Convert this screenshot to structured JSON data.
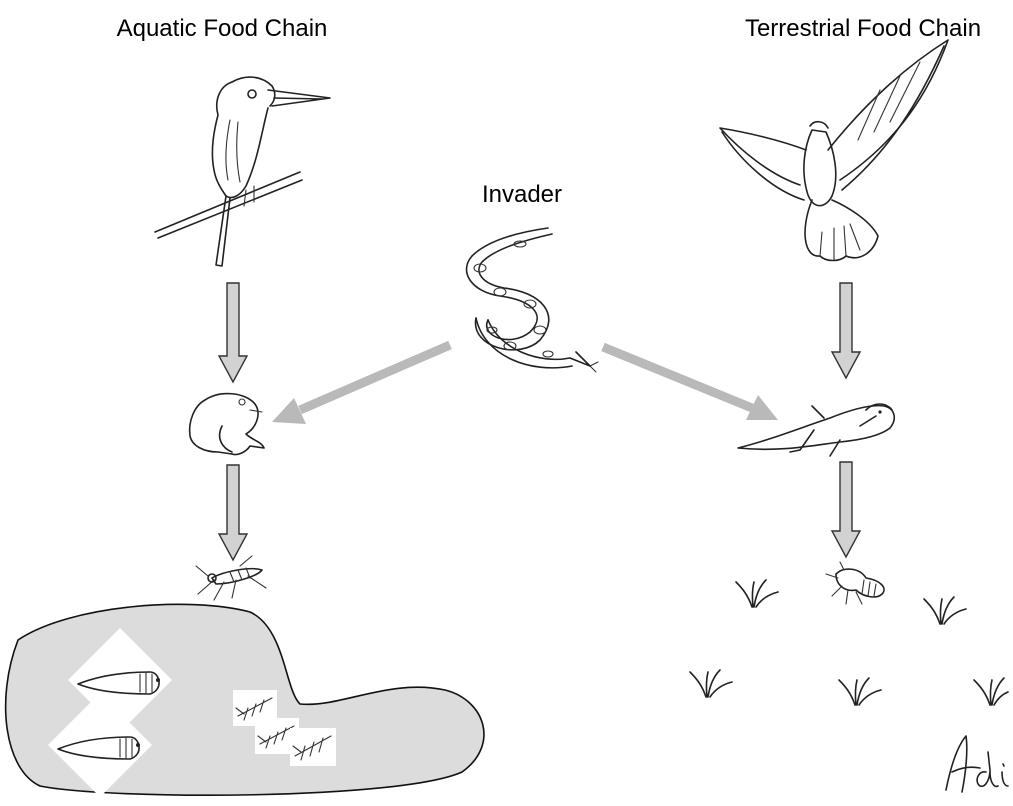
{
  "titles": {
    "aquatic": "Aquatic Food Chain",
    "terrestrial": "Terrestrial Food Chain",
    "invader": "Invader"
  },
  "signature": "Adi",
  "icons": {
    "kingfisher": "kingfisher-icon",
    "frog": "frog-icon",
    "mosquito": "mosquito-icon",
    "tadpole": "tadpole-icon",
    "larva": "mosquito-larva-icon",
    "snake": "snake-icon",
    "hawk": "hawk-icon",
    "lizard": "lizard-icon",
    "insect": "insect-icon",
    "grass": "grass-tuft-icon"
  },
  "colors": {
    "pond": "#dcdcdc",
    "arrow_fill": "#d2d2d2",
    "invader_arrow": "#b9b9b9"
  }
}
